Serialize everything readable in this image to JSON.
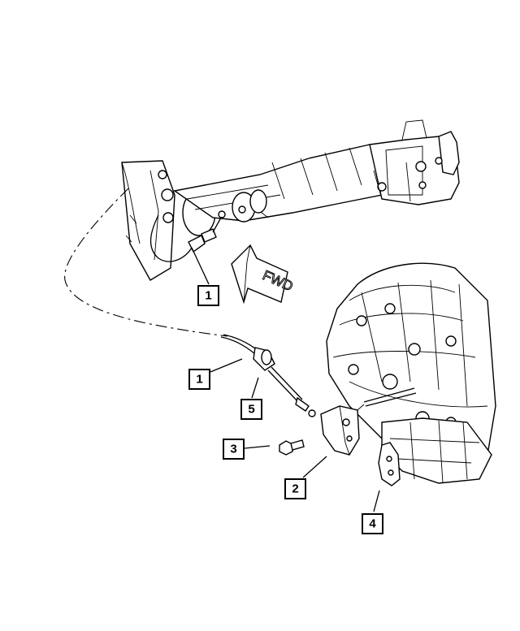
{
  "diagram": {
    "direction_arrow_label": "FWD",
    "callouts": [
      {
        "id": "callout-1-upper",
        "label": "1"
      },
      {
        "id": "callout-1-lower",
        "label": "1"
      },
      {
        "id": "callout-5",
        "label": "5"
      },
      {
        "id": "callout-3",
        "label": "3"
      },
      {
        "id": "callout-2",
        "label": "2"
      },
      {
        "id": "callout-4",
        "label": "4"
      }
    ]
  }
}
